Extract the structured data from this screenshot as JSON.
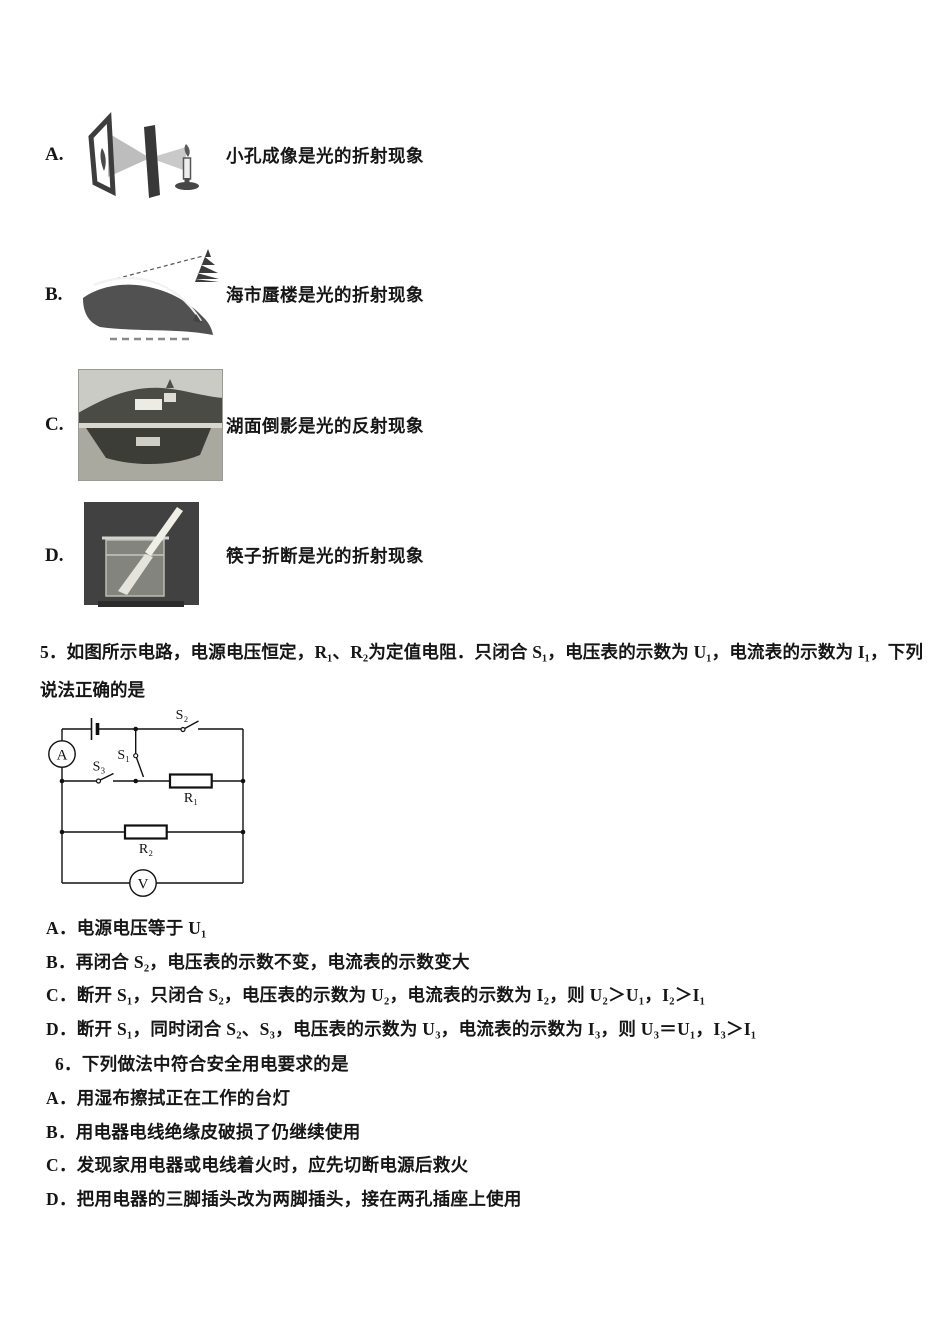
{
  "page": {
    "background": "#ffffff",
    "text_color": "#161616"
  },
  "light_options": [
    {
      "label": "A.",
      "caption": "小孔成像是光的折射现象",
      "image": "pinhole-imaging-diagram"
    },
    {
      "label": "B.",
      "caption": "海市蜃楼是光的折射现象",
      "image": "mirage-diagram"
    },
    {
      "label": "C.",
      "caption": "湖面倒影是光的反射现象",
      "image": "lake-reflection-photo"
    },
    {
      "label": "D.",
      "caption": "筷子折断是光的折射现象",
      "image": "chopstick-in-water-photo"
    }
  ],
  "question5": {
    "text": "5．如图所示电路，电源电压恒定，R₁、R₂为定值电阻．只闭合 S₁，电压表的示数为 U₁，电流表的示数为 I₁，下列说法正确的是",
    "circuit": {
      "ammeter": "A",
      "voltmeter": "V",
      "s1": "S₁",
      "s2": "S₂",
      "s3": "S₃",
      "r1": "R₁",
      "r2": "R₂"
    },
    "options": [
      "A．电源电压等于 U₁",
      "B．再闭合 S₂，电压表的示数不变，电流表的示数变大",
      "C．断开 S₁，只闭合 S₂，电压表的示数为 U₂，电流表的示数为 I₂，则 U₂＞U₁，I₂＞I₁",
      "D．断开 S₁，同时闭合 S₂、S₃，电压表的示数为 U₃，电流表的示数为 I₃，则 U₃＝U₁，I₃＞I₁"
    ]
  },
  "question6": {
    "text": "6．下列做法中符合安全用电要求的是",
    "options": [
      "A．用湿布擦拭正在工作的台灯",
      "B．用电器电线绝缘皮破损了仍继续使用",
      "C．发现家用电器或电线着火时，应先切断电源后救火",
      "D．把用电器的三脚插头改为两脚插头，接在两孔插座上使用"
    ]
  }
}
